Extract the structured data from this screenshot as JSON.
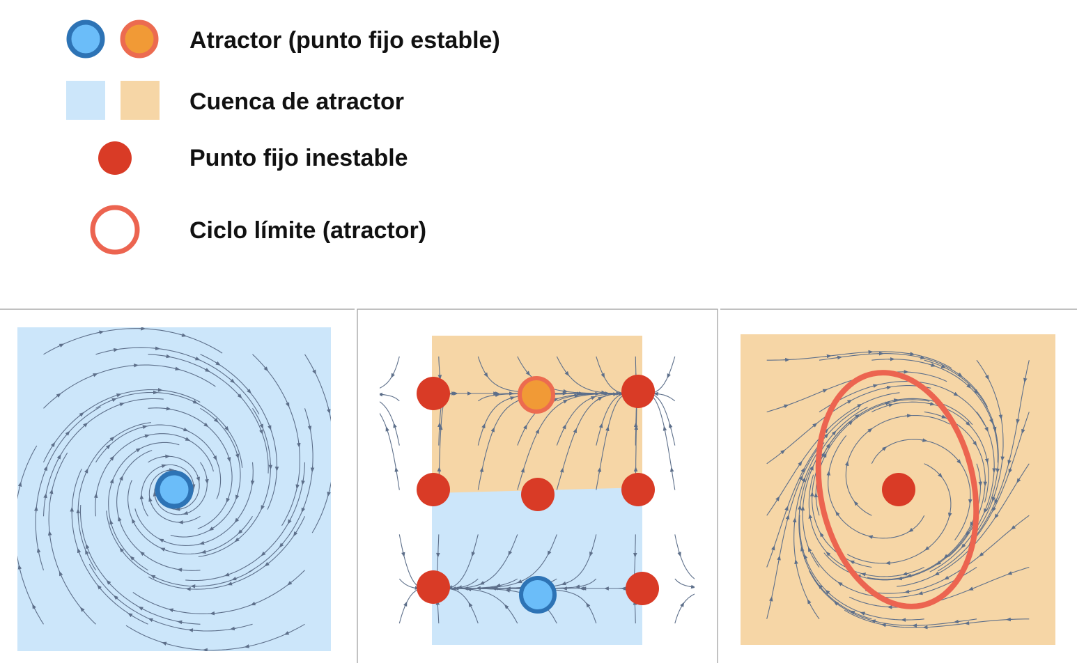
{
  "legend": {
    "attractor_label": "Atractor (punto fijo estable)",
    "basin_label": "Cuenca de atractor",
    "unstable_label": "Punto fijo inestable",
    "limit_cycle_label": "Ciclo límite (atractor)"
  },
  "colors": {
    "blue_basin": "#cce6fa",
    "orange_basin": "#f6d6a6",
    "blue_attractor_fill": "#6bbdf9",
    "blue_attractor_ring": "#2d73b5",
    "orange_attractor_fill": "#f19a36",
    "orange_attractor_ring": "#ec6b50",
    "unstable_point": "#d93b26",
    "limit_cycle": "#ec6450",
    "streamline": "#5d6f8a"
  },
  "panels": [
    {
      "name": "stable-spiral",
      "field": "spiral",
      "basins": [
        "blue"
      ],
      "attractors": [
        "blue"
      ],
      "unstable_points": 0,
      "limit_cycle": false
    },
    {
      "name": "multistable-grid",
      "field": "grid",
      "basins": [
        "orange",
        "blue"
      ],
      "attractors": [
        "orange",
        "blue"
      ],
      "unstable_points": 7,
      "limit_cycle": false
    },
    {
      "name": "limit-cycle",
      "field": "cycle",
      "basins": [
        "orange"
      ],
      "attractors": [],
      "unstable_points": 1,
      "limit_cycle": true
    }
  ]
}
